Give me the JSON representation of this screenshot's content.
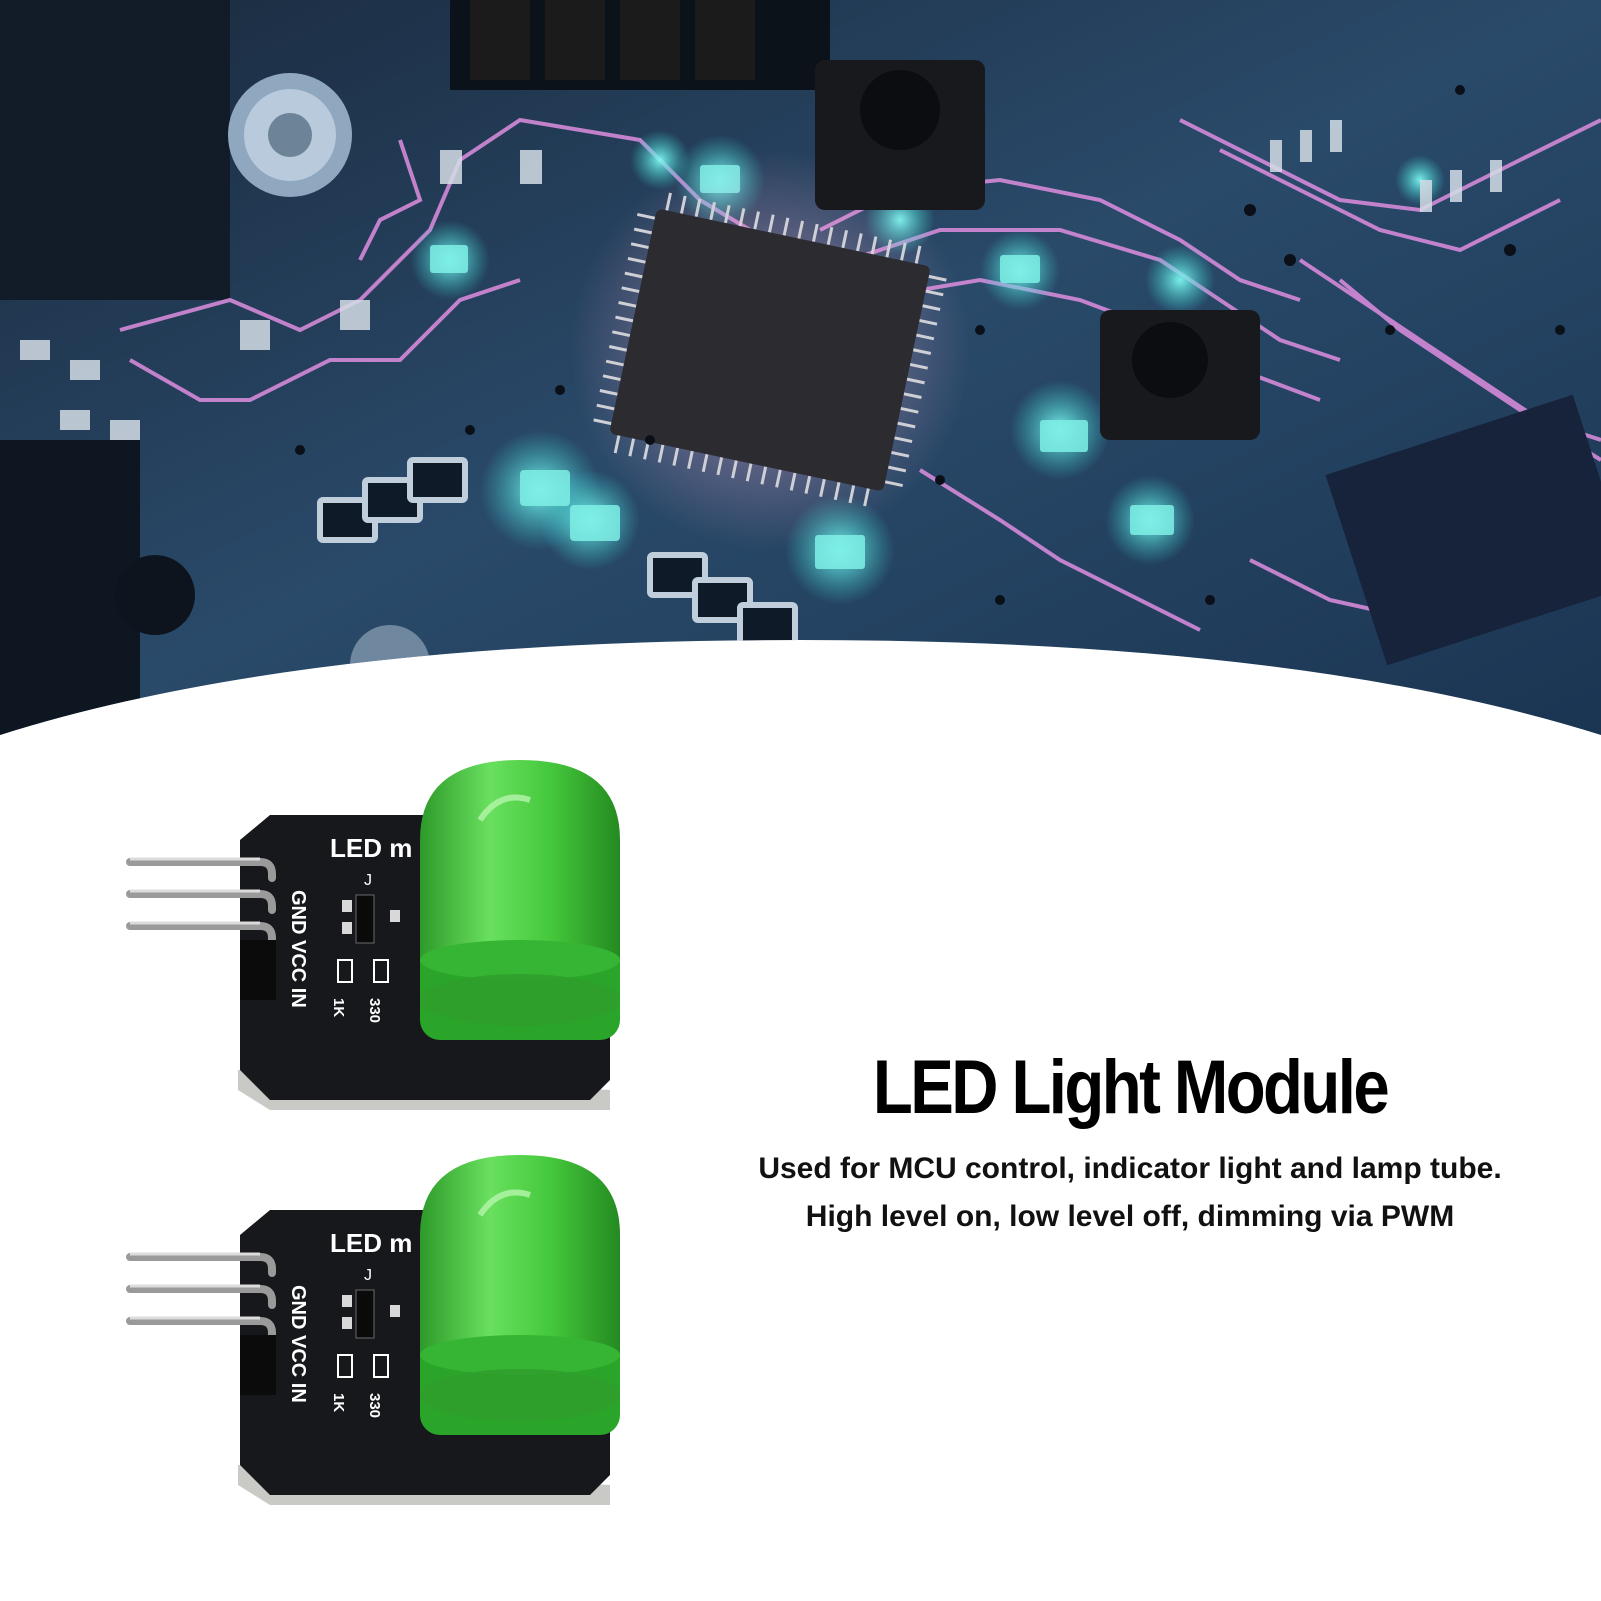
{
  "product": {
    "title": "LED Light Module",
    "description_line1": "Used for MCU control, indicator light and lamp tube.",
    "description_line2": "High level on, low level off, dimming via PWM"
  },
  "board_labels": {
    "name": "LED m",
    "pins": "GND VCC IN",
    "r1": "1K",
    "r2": "330",
    "jumper": "J"
  },
  "colors": {
    "pcb": "#17181b",
    "led": "#3ec43a",
    "circuit_bg": "#1d3550",
    "trace": "#d48ad8",
    "glow": "#5ef0e6"
  },
  "icons": {
    "hero": "circuit-board-photo",
    "module": "led-module-pcb"
  }
}
